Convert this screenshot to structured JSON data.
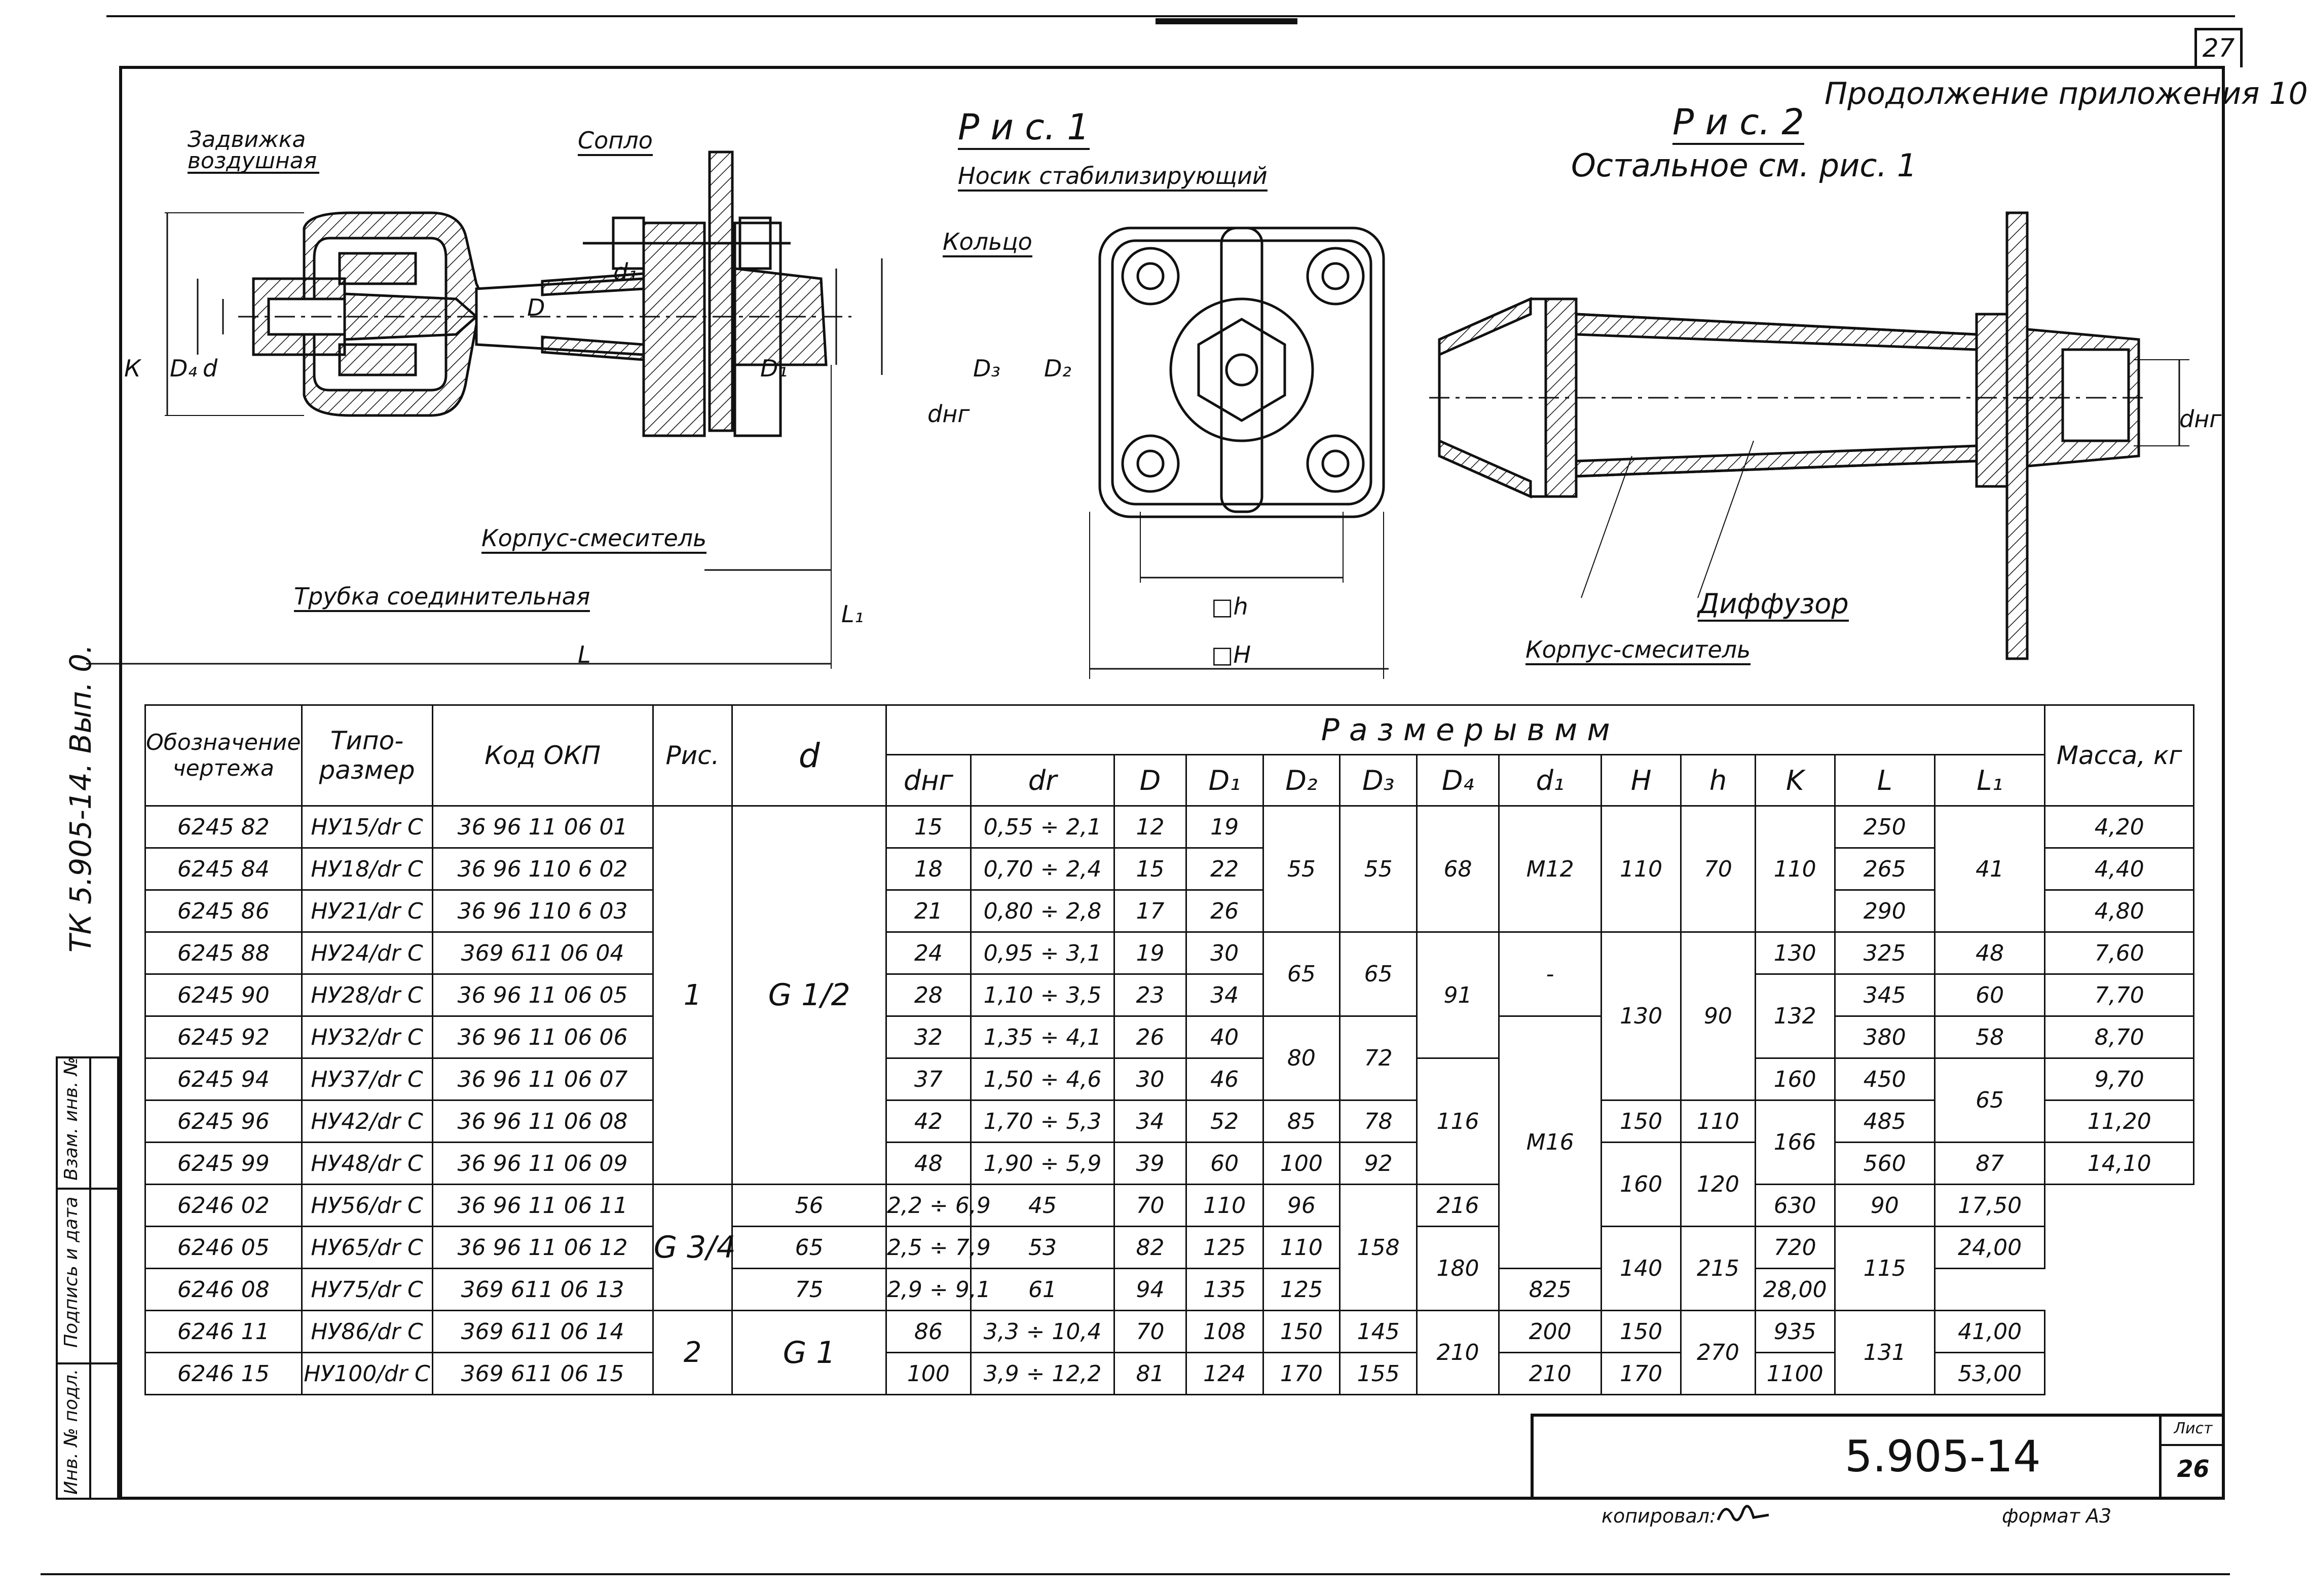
{
  "page_number": "27",
  "appendix_note": "Продолжение приложения 10",
  "side_code": "ТК 5.905-14. Вып. 0.",
  "side_strip": {
    "inv_no": "Инв. № подл.",
    "sign_date": "Подпись и дата",
    "replaces_inv": "Взам. инв. №"
  },
  "fig1": {
    "title": "Р и с. 1",
    "labels": {
      "zadvizhka": "Задвижка воздушная",
      "soplo": "Сопло",
      "nosik": "Носик стабилизирующий",
      "koltso": "Кольцо",
      "korpus": "Корпус-смеситель",
      "trubka": "Трубка соединительная",
      "K": "К",
      "D4": "D₄",
      "d": "d",
      "D": "D",
      "d1": "d₁",
      "D1": "D₁",
      "dnr": "dнг",
      "D3": "D₃",
      "D2": "D₂",
      "L1": "L₁",
      "L": "L",
      "h": "□h",
      "H": "□H"
    }
  },
  "fig2": {
    "title": "Р и с. 2",
    "subtitle": "Остальное см. рис. 1",
    "labels": {
      "diffuzor": "Диффузор",
      "korpus": "Корпус-смеситель",
      "dnr": "dнг"
    }
  },
  "table": {
    "headers": {
      "designation": "Обозначение чертежа",
      "type": "Типо-размер",
      "okp": "Код ОКП",
      "fig": "Рис.",
      "d": "d",
      "dims_group": "Р а з м е р ы   в   м м",
      "mass": "Масса, кг",
      "dims": [
        "dнг",
        "dr",
        "D",
        "D₁",
        "D₂",
        "D₃",
        "D₄",
        "d₁",
        "H",
        "h",
        "K",
        "L",
        "L₁"
      ]
    },
    "rows": [
      {
        "des": "6245 82",
        "type": "НУ15/dr С",
        "okp": "36 96 11 06 01",
        "dnr": "15",
        "dr": "0,55 ÷ 2,1",
        "D": "12",
        "D1": "19",
        "L": "250",
        "mass": "4,20"
      },
      {
        "des": "6245 84",
        "type": "НУ18/dr С",
        "okp": "36 96 110 6 02",
        "dnr": "18",
        "dr": "0,70 ÷ 2,4",
        "D": "15",
        "D1": "22",
        "L": "265",
        "mass": "4,40"
      },
      {
        "des": "6245 86",
        "type": "НУ21/dr С",
        "okp": "36 96 110 6 03",
        "dnr": "21",
        "dr": "0,80 ÷ 2,8",
        "D": "17",
        "D1": "26",
        "L": "290",
        "mass": "4,80"
      },
      {
        "des": "6245 88",
        "type": "НУ24/dr С",
        "okp": "369 611 06 04",
        "dnr": "24",
        "dr": "0,95 ÷ 3,1",
        "D": "19",
        "D1": "30",
        "L": "325",
        "mass": "7,60"
      },
      {
        "des": "6245 90",
        "type": "НУ28/dr С",
        "okp": "36 96 11 06 05",
        "dnr": "28",
        "dr": "1,10 ÷ 3,5",
        "D": "23",
        "D1": "34",
        "L": "345",
        "mass": "7,70"
      },
      {
        "des": "6245 92",
        "type": "НУ32/dr С",
        "okp": "36 96 11 06 06",
        "dnr": "32",
        "dr": "1,35 ÷ 4,1",
        "D": "26",
        "D1": "40",
        "L": "380",
        "mass": "8,70"
      },
      {
        "des": "6245 94",
        "type": "НУ37/dr С",
        "okp": "36 96 11 06 07",
        "dnr": "37",
        "dr": "1,50 ÷ 4,6",
        "D": "30",
        "D1": "46",
        "L": "450",
        "mass": "9,70"
      },
      {
        "des": "6245 96",
        "type": "НУ42/dr С",
        "okp": "36 96 11 06 08",
        "dnr": "42",
        "dr": "1,70 ÷ 5,3",
        "D": "34",
        "D1": "52",
        "L": "485",
        "mass": "11,20"
      },
      {
        "des": "6245 99",
        "type": "НУ48/dr С",
        "okp": "36 96 11 06 09",
        "dnr": "48",
        "dr": "1,90 ÷ 5,9",
        "D": "39",
        "D1": "60",
        "L": "560",
        "mass": "14,10"
      },
      {
        "des": "6246 02",
        "type": "НУ56/dr С",
        "okp": "36 96 11 06 11",
        "dnr": "56",
        "dr": "2,2 ÷ 6,9",
        "D": "45",
        "D1": "70",
        "L": "630",
        "mass": "17,50"
      },
      {
        "des": "6246 05",
        "type": "НУ65/dr С",
        "okp": "36 96 11 06 12",
        "dnr": "65",
        "dr": "2,5 ÷ 7,9",
        "D": "53",
        "D1": "82",
        "L": "720",
        "mass": "24,00"
      },
      {
        "des": "6246 08",
        "type": "НУ75/dr С",
        "okp": "369 611 06 13",
        "dnr": "75",
        "dr": "2,9 ÷ 9,1",
        "D": "61",
        "D1": "94",
        "L": "825",
        "mass": "28,00"
      },
      {
        "des": "6246 11",
        "type": "НУ86/dr С",
        "okp": "369 611 06 14",
        "dnr": "86",
        "dr": "3,3 ÷ 10,4",
        "D": "70",
        "D1": "108",
        "L": "935",
        "mass": "41,00"
      },
      {
        "des": "6246 15",
        "type": "НУ100/dr С",
        "okp": "369 611 06 15",
        "dnr": "100",
        "dr": "3,9 ÷ 12,2",
        "D": "81",
        "D1": "124",
        "L": "1100",
        "mass": "53,00"
      }
    ],
    "merged": {
      "fig_1": "1",
      "fig_2": "2",
      "d_g12": "G 1/2",
      "d_g34": "G 3/4",
      "d_g1": "G 1",
      "D2_55": "55",
      "D2_65": "65",
      "D2_80": "80",
      "D2_85": "85",
      "D2_100": "100",
      "D2_110": "110",
      "D2_125": "125",
      "D2_135": "135",
      "D2_150": "150",
      "D2_170": "170",
      "D3_55": "55",
      "D3_65": "65",
      "D3_72": "72",
      "D3_78": "78",
      "D3_92": "92",
      "D3_96": "96",
      "D3_110": "110",
      "D3_125": "125",
      "D3_145": "145",
      "D3_155": "155",
      "D4_68": "68",
      "D4_91": "91",
      "D4_116": "116",
      "D4_158": "158",
      "D4_210": "210",
      "d1_m12": "М12",
      "d1_dash": "-",
      "d1_m16": "М16",
      "H_110": "110",
      "H_130": "130",
      "H_150": "150",
      "H_160": "160",
      "H_180": "180",
      "H_200": "200",
      "H_210": "210",
      "h_70": "70",
      "h_90": "90",
      "h_110": "110",
      "h_120": "120",
      "h_140": "140",
      "h_150": "150",
      "h_170": "170",
      "K_110": "110",
      "K_130": "130",
      "K_132": "132",
      "K_160": "160",
      "K_166": "166",
      "K_216": "216",
      "K_215": "215",
      "K_270": "270",
      "L1_41": "41",
      "L1_48": "48",
      "L1_60": "60",
      "L1_58": "58",
      "L1_65": "65",
      "L1_87": "87",
      "L1_90": "90",
      "L1_115": "115",
      "L1_131": "131"
    }
  },
  "title_block": {
    "doc_code": "5.905-14",
    "sheet_label": "Лист",
    "sheet_no": "26"
  },
  "footer": {
    "copied": "копировал:",
    "format": "формат А3"
  }
}
